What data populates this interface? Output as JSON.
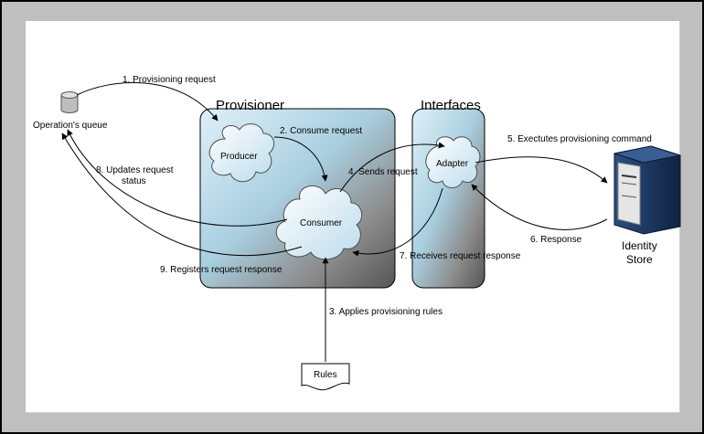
{
  "nodes": {
    "queue": "Operation's queue",
    "provisioner": "Provisioner",
    "interfaces": "Interfaces",
    "producer": "Producer",
    "consumer": "Consumer",
    "adapter": "Adapter",
    "identity_store": [
      "Identity",
      "Store"
    ],
    "rules": "Rules"
  },
  "edges": {
    "e1": "1. Provisioning request",
    "e2": "2. Consume request",
    "e3": "3. Applies provisioning rules",
    "e4": "4. Sends request",
    "e5": "5. Exectutes provisioning command",
    "e6": "6. Response",
    "e7": "7. Receives request response",
    "e8": [
      "8. Updates request",
      "status"
    ],
    "e9": "9. Registers request response"
  },
  "colors": {
    "container_fill": "#bfe0ee",
    "container_shadow": "#6b6b6b",
    "cloud_fill": "#d9eef7",
    "server_body": "#1f3a63",
    "frame_background": "#bfbfbf"
  }
}
